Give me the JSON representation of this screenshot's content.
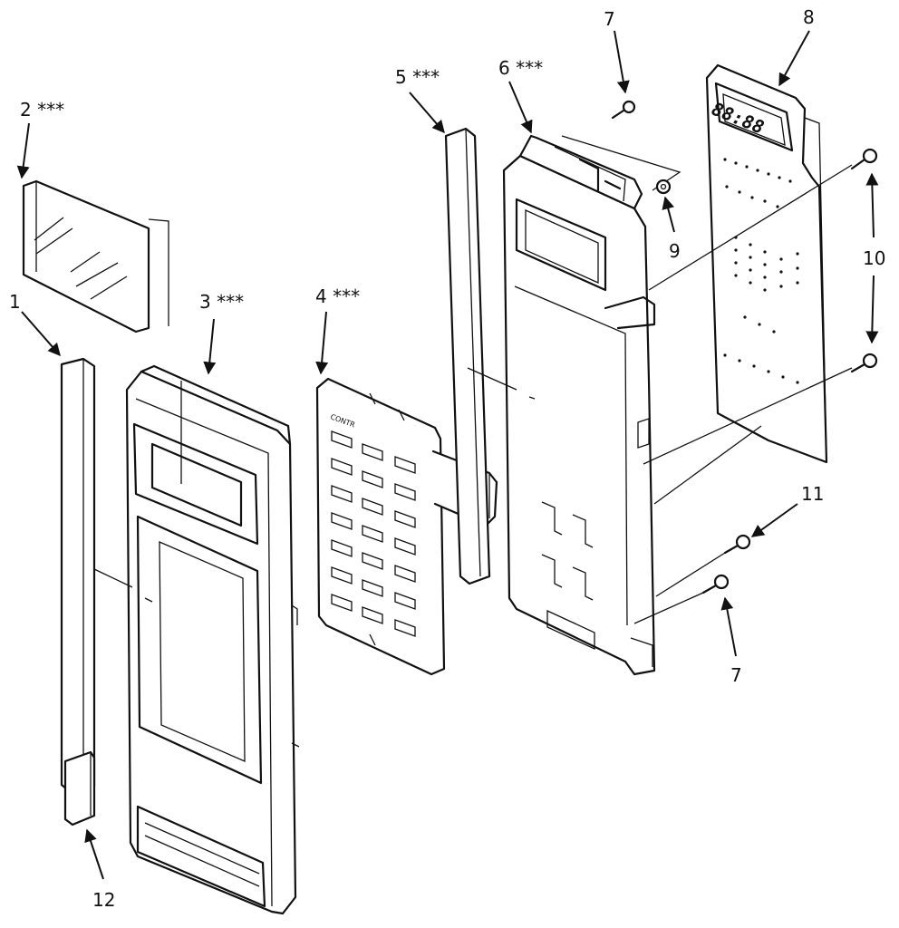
{
  "diagram": {
    "colors": {
      "ink": "#111111",
      "paper": "#ffffff"
    },
    "display_readout": "88:88",
    "keypad_label": "CONTR",
    "callouts": {
      "c1": "1",
      "c2": "2 ***",
      "c3": "3 ***",
      "c4": "4 ***",
      "c5": "5 ***",
      "c6": "6 ***",
      "c7_top": "7",
      "c7_bottom": "7",
      "c8": "8",
      "c9": "9",
      "c10": "10",
      "c11": "11",
      "c12": "12"
    }
  }
}
